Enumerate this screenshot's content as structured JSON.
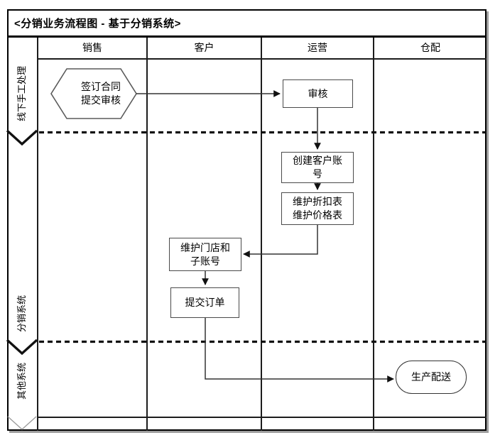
{
  "diagram": {
    "title": "<分销业务流程图 - 基于分销系统>",
    "columns": [
      "销售",
      "客户",
      "运营",
      "仓配"
    ],
    "lanes": [
      "线下手工处理",
      "分销系统",
      "其他系统"
    ],
    "nodes": {
      "sign_contract": "签订合同\n提交审核",
      "review": "审核",
      "create_account": "创建客户账\n号",
      "maintain_tables": "维护折扣表\n维护价格表",
      "maintain_stores": "维护门店和\n子账号",
      "submit_order": "提交订单",
      "production_delivery": "生产配送"
    },
    "colors": {
      "line": "#1c1c1c",
      "node_border": "#4a4a4a",
      "shadow": "#9e9e9e",
      "background": "#ffffff"
    }
  }
}
